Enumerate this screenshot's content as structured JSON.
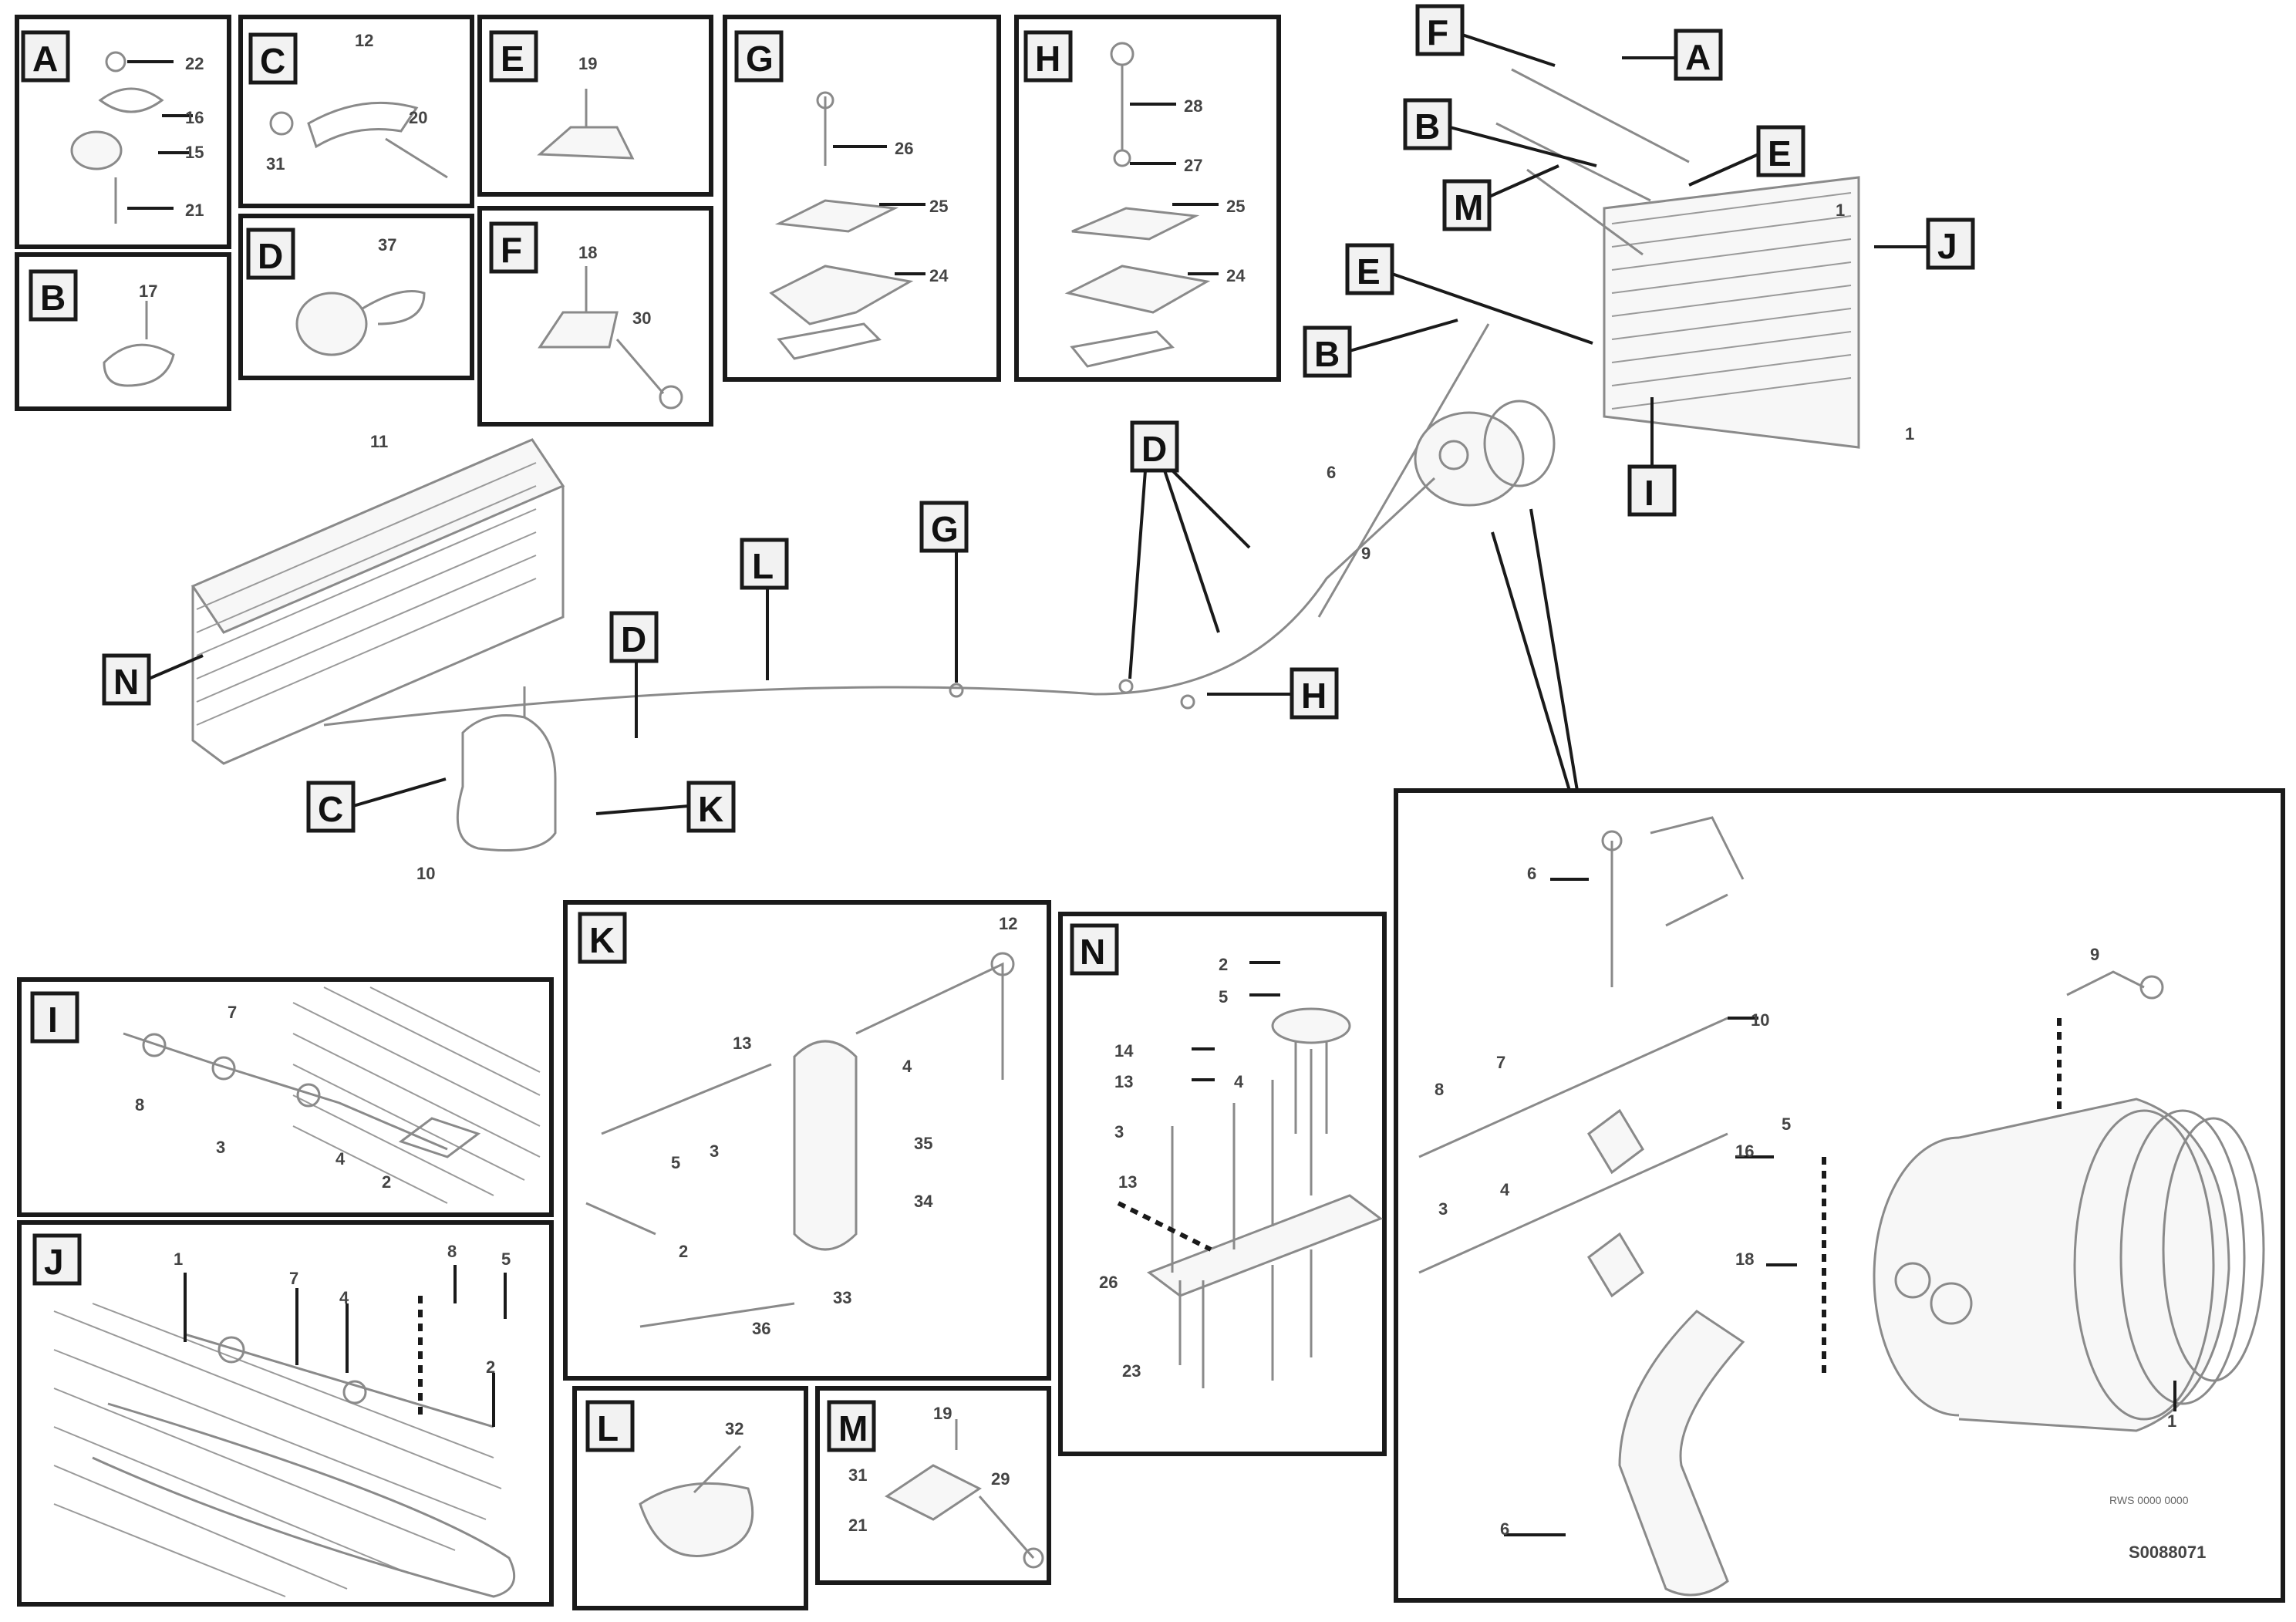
{
  "diagram": {
    "callouts": {
      "A": "A",
      "B": "B",
      "C": "C",
      "D": "D",
      "E": "E",
      "F": "F",
      "G": "G",
      "H": "H",
      "I": "I",
      "J": "J",
      "K": "K",
      "L": "L",
      "M": "M",
      "N": "N"
    },
    "numbers": {
      "n1": "1",
      "n2": "2",
      "n3": "3",
      "n4": "4",
      "n5": "5",
      "n6": "6",
      "n7": "7",
      "n8": "8",
      "n9": "9",
      "n10": "10",
      "n11": "11",
      "n12": "12",
      "n13": "13",
      "n14": "14",
      "n15": "15",
      "n16": "16",
      "n17": "17",
      "n18": "18",
      "n19": "19",
      "n20": "20",
      "n21": "21",
      "n22": "22",
      "n23": "23",
      "n24": "24",
      "n25": "25",
      "n26": "26",
      "n27": "27",
      "n28": "28",
      "n29": "29",
      "n30": "30",
      "n31": "31",
      "n32": "32",
      "n33": "33",
      "n34": "34",
      "n35": "35",
      "n36": "36",
      "n37": "37"
    },
    "drawing_ref": "S0088071",
    "footnote": "RWS 0000 0000"
  }
}
